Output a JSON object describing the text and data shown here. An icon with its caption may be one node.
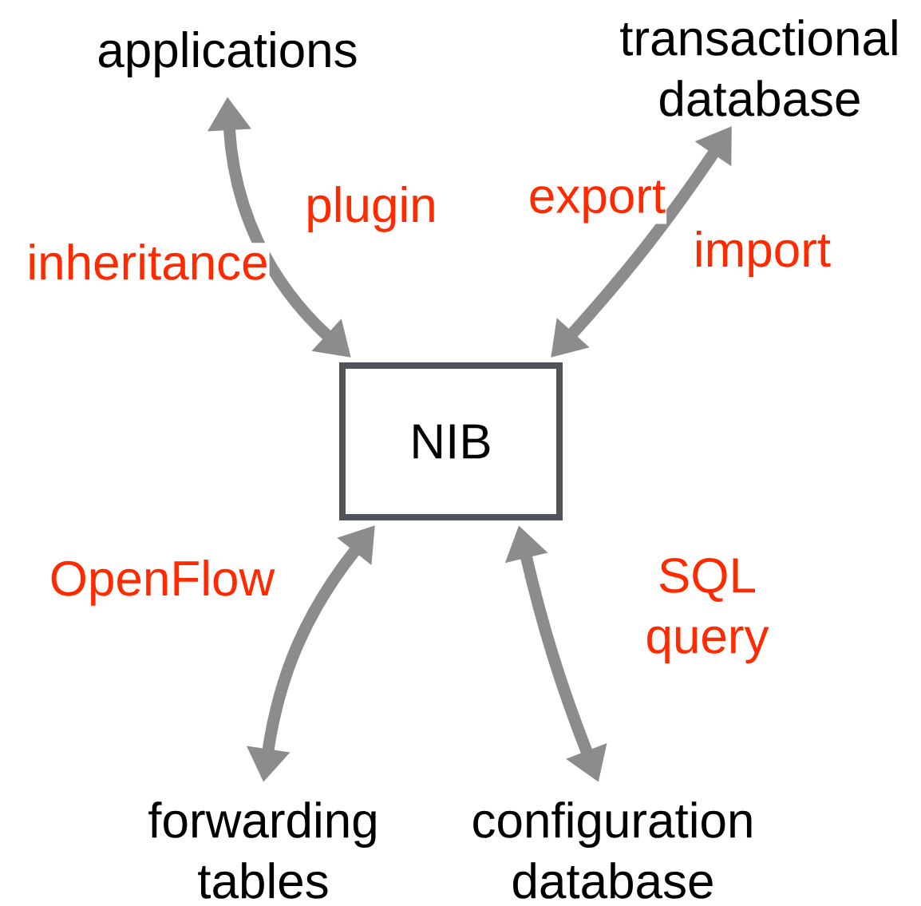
{
  "diagram": {
    "nodes": [
      {
        "text": [
          "NIB"
        ]
      },
      {
        "text": [
          "applications"
        ]
      },
      {
        "text": [
          "transactional database"
        ]
      },
      {
        "text": [
          "forwarding tables"
        ]
      },
      {
        "text": [
          "configuration database"
        ]
      }
    ],
    "edges": [
      {
        "from": 1,
        "to": 0,
        "arrow": "both"
      },
      {
        "from": 2,
        "to": 0,
        "arrow": "both"
      },
      {
        "from": 0,
        "to": 3,
        "arrow": "both",
        "label": "OpenFlow"
      },
      {
        "from": 0,
        "to": 4,
        "arrow": "both",
        "label": "SQL query"
      }
    ],
    "labels": [
      "inheritance",
      "plugin",
      "export",
      "import"
    ]
  }
}
